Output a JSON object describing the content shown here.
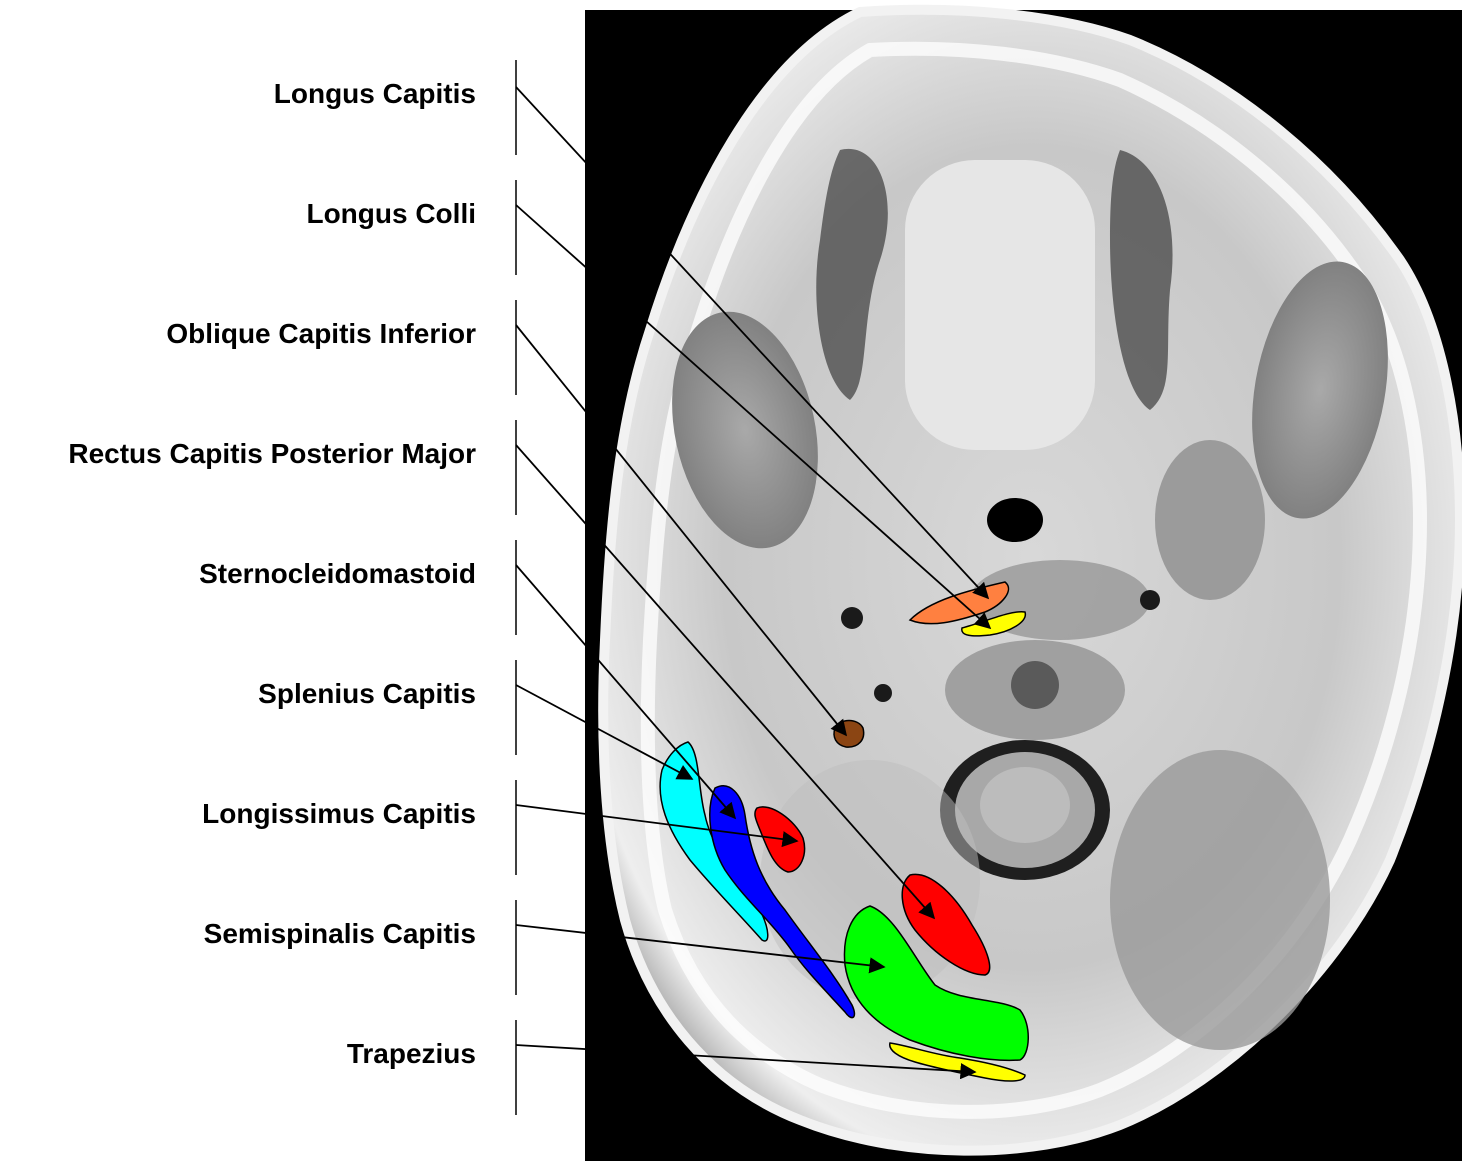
{
  "labels": [
    {
      "text": "Longus Capitis",
      "color": "#ffff00"
    },
    {
      "text": "Longus Colli",
      "color": "#ff8040"
    },
    {
      "text": "Oblique Capitis Inferior",
      "color": "#8b4513"
    },
    {
      "text": "Rectus Capitis Posterior Major",
      "color": "#ff0000"
    },
    {
      "text": "Sternocleidomastoid",
      "color": "#0000ff"
    },
    {
      "text": "Splenius Capitis",
      "color": "#00ffff"
    },
    {
      "text": "Longissimus Capitis",
      "color": "#ff0000"
    },
    {
      "text": "Semispinalis Capitis",
      "color": "#00ff00"
    },
    {
      "text": "Trapezius",
      "color": "#ffff00"
    }
  ],
  "colors": {
    "background": "#ffffff",
    "scan_background": "#000000",
    "arrow": "#000000"
  }
}
